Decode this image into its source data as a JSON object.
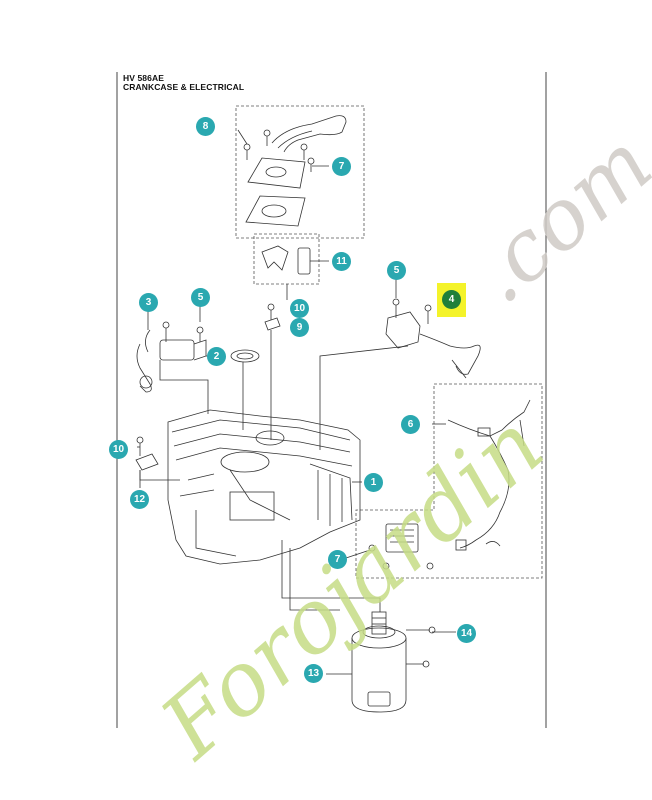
{
  "header": {
    "model": "HV 586AE",
    "section": "CRANKCASE & ELECTRICAL"
  },
  "callouts": [
    {
      "id": "c8",
      "label": "8"
    },
    {
      "id": "c7a",
      "label": "7"
    },
    {
      "id": "c11",
      "label": "11"
    },
    {
      "id": "c5a",
      "label": "5"
    },
    {
      "id": "c4",
      "label": "4",
      "highlighted": true
    },
    {
      "id": "c3",
      "label": "3"
    },
    {
      "id": "c5b",
      "label": "5"
    },
    {
      "id": "c10a",
      "label": "10"
    },
    {
      "id": "c9",
      "label": "9"
    },
    {
      "id": "c2",
      "label": "2"
    },
    {
      "id": "c6",
      "label": "6"
    },
    {
      "id": "c10b",
      "label": "10"
    },
    {
      "id": "c12",
      "label": "12"
    },
    {
      "id": "c1",
      "label": "1"
    },
    {
      "id": "c7b",
      "label": "7"
    },
    {
      "id": "c14",
      "label": "14"
    },
    {
      "id": "c13",
      "label": "13"
    }
  ],
  "watermark": {
    "brand": "Forojardin",
    "domain": ".com"
  },
  "colors": {
    "callout": "#2aa8b0",
    "callout_highlight": "#20803a",
    "highlight_box": "#f4f32a",
    "line_art": "#333333",
    "watermark_green": "#c6dc86",
    "watermark_gray": "#cfcbc6",
    "watermark_orange": "#f1c8a0"
  }
}
